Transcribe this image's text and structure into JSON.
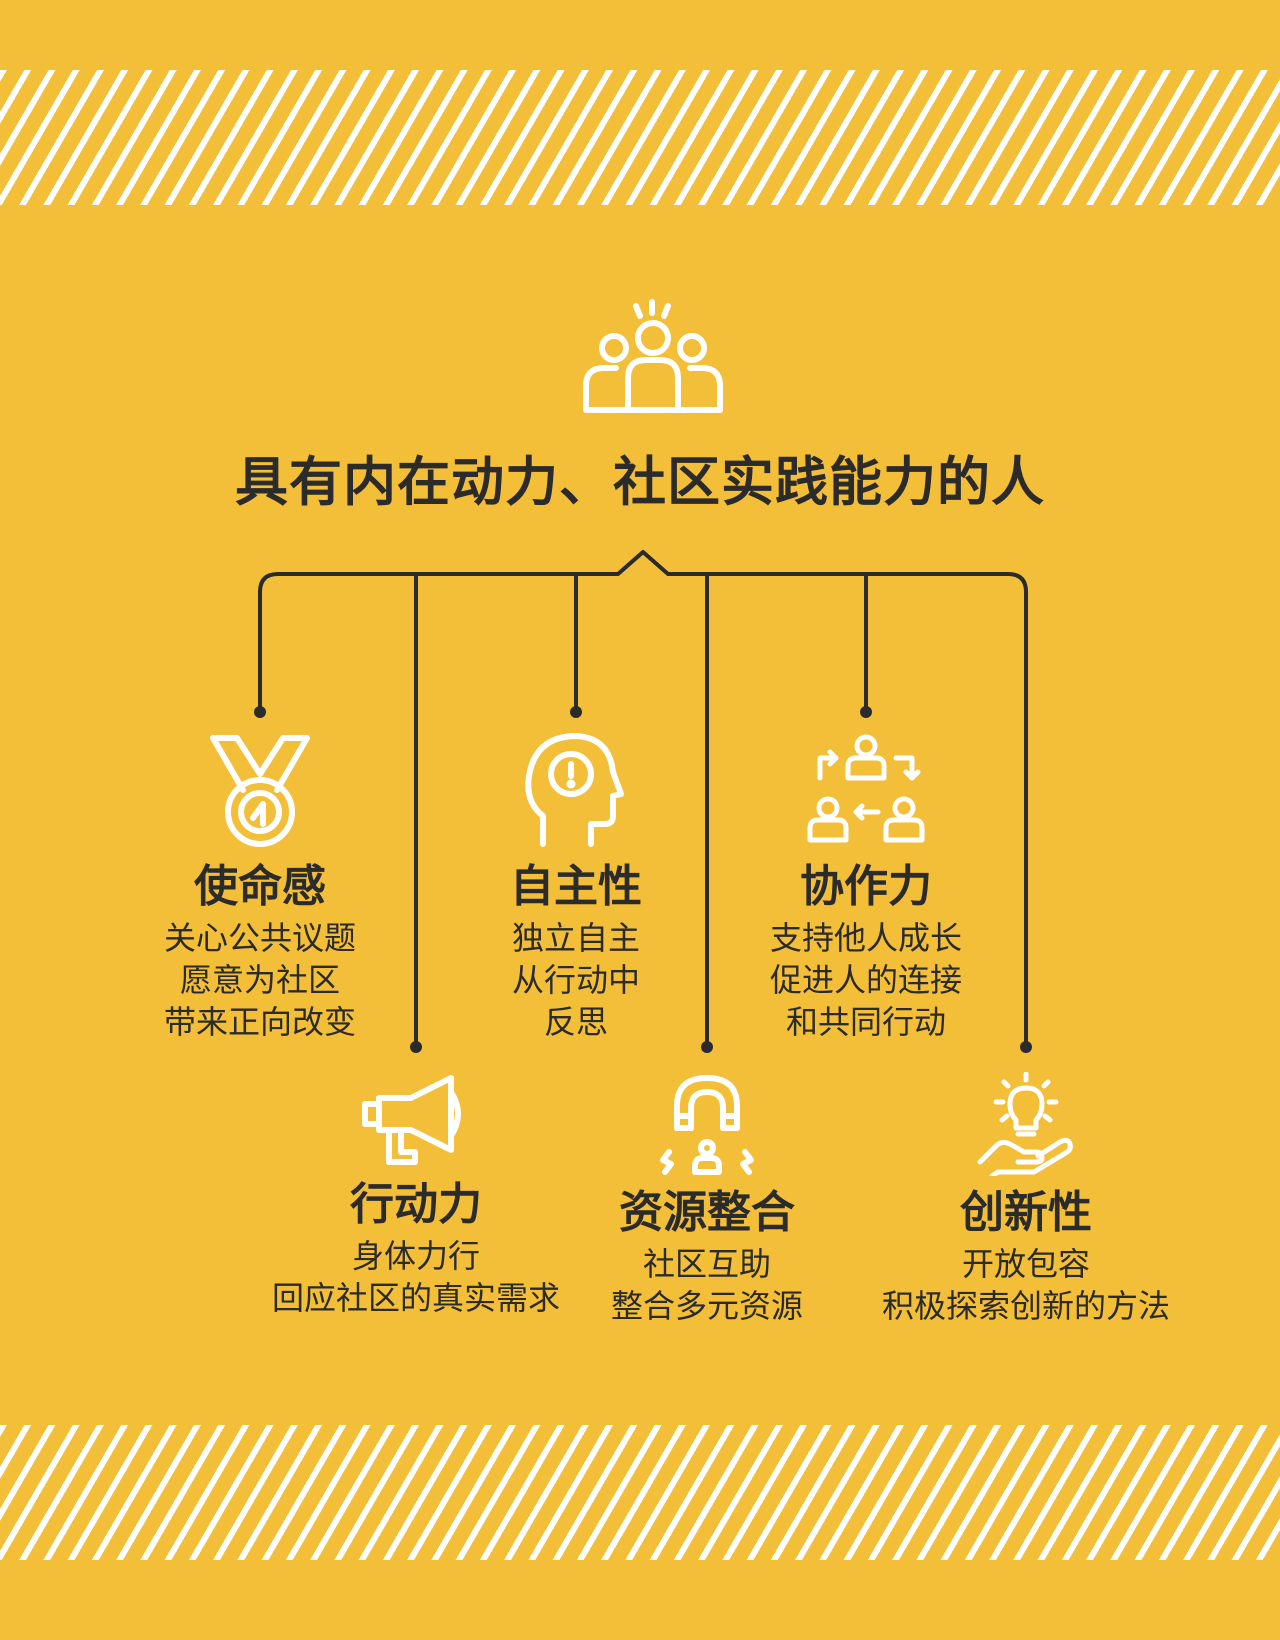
{
  "title": "具有内在动力、社区实践能力的人",
  "icons": {
    "top": "group-people-icon",
    "mission": "medal-icon",
    "autonomy": "head-exclamation-icon",
    "collaboration": "people-exchange-icon",
    "action": "megaphone-icon",
    "resources": "magnet-person-icon",
    "innovation": "lightbulb-hand-icon"
  },
  "colors": {
    "background": "#F3BE38",
    "ink": "#2b2b2b",
    "stripe": "#ffffff"
  },
  "nodes": {
    "mission": {
      "name": "使命感",
      "desc": [
        "关心公共议题",
        "愿意为社区",
        "带来正向改变"
      ]
    },
    "autonomy": {
      "name": "自主性",
      "desc": [
        "独立自主",
        "从行动中",
        "反思"
      ]
    },
    "collaboration": {
      "name": "协作力",
      "desc": [
        "支持他人成长",
        "促进人的连接",
        "和共同行动"
      ]
    },
    "action": {
      "name": "行动力",
      "desc": [
        "身体力行",
        "回应社区的真实需求"
      ]
    },
    "resources": {
      "name": "资源整合",
      "desc": [
        "社区互助",
        "整合多元资源"
      ]
    },
    "innovation": {
      "name": "创新性",
      "desc": [
        "开放包容",
        "积极探索创新的方法"
      ]
    }
  }
}
